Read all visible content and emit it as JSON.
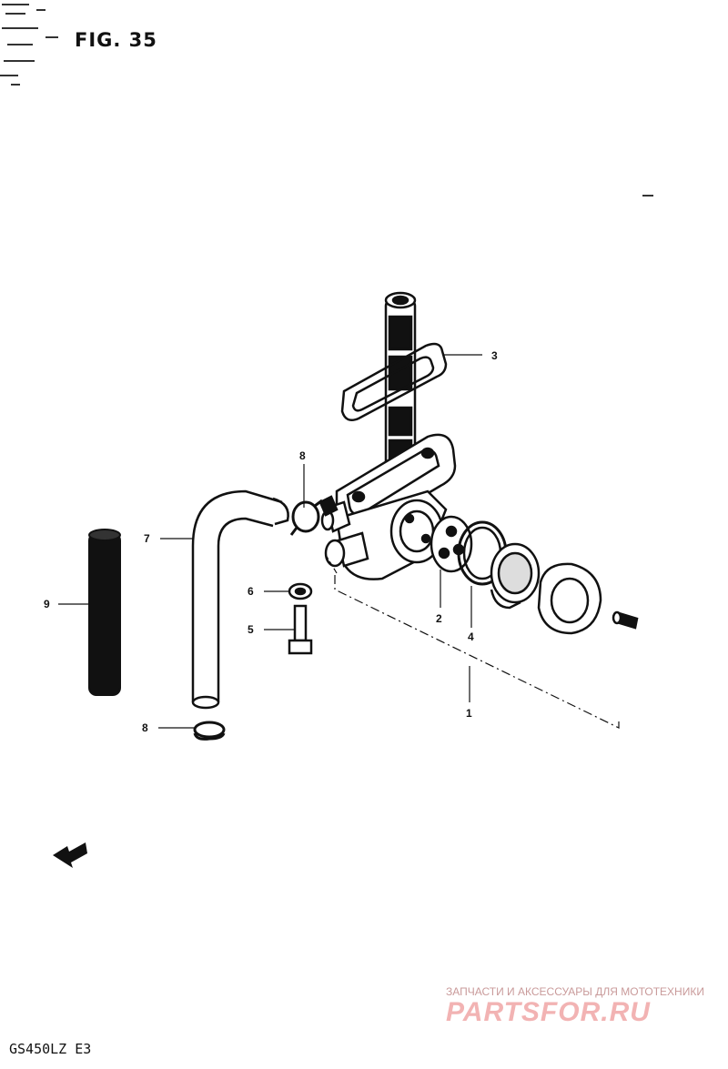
{
  "figure": {
    "title": "FIG. 35",
    "model": "GS450LZ  E3"
  },
  "callouts": {
    "c1": "1",
    "c2": "2",
    "c3": "3",
    "c4": "4",
    "c5": "5",
    "c6": "6",
    "c7": "7",
    "c8a": "8",
    "c8b": "8",
    "c9": "9"
  },
  "watermark": {
    "tagline": "ЗАПЧАСТИ И АКСЕССУАРЫ ДЛЯ МОТОТЕХНИКИ",
    "brand": "PARTSFOR.RU"
  },
  "colors": {
    "ink": "#111111",
    "watermark": "#f2b3b3"
  }
}
